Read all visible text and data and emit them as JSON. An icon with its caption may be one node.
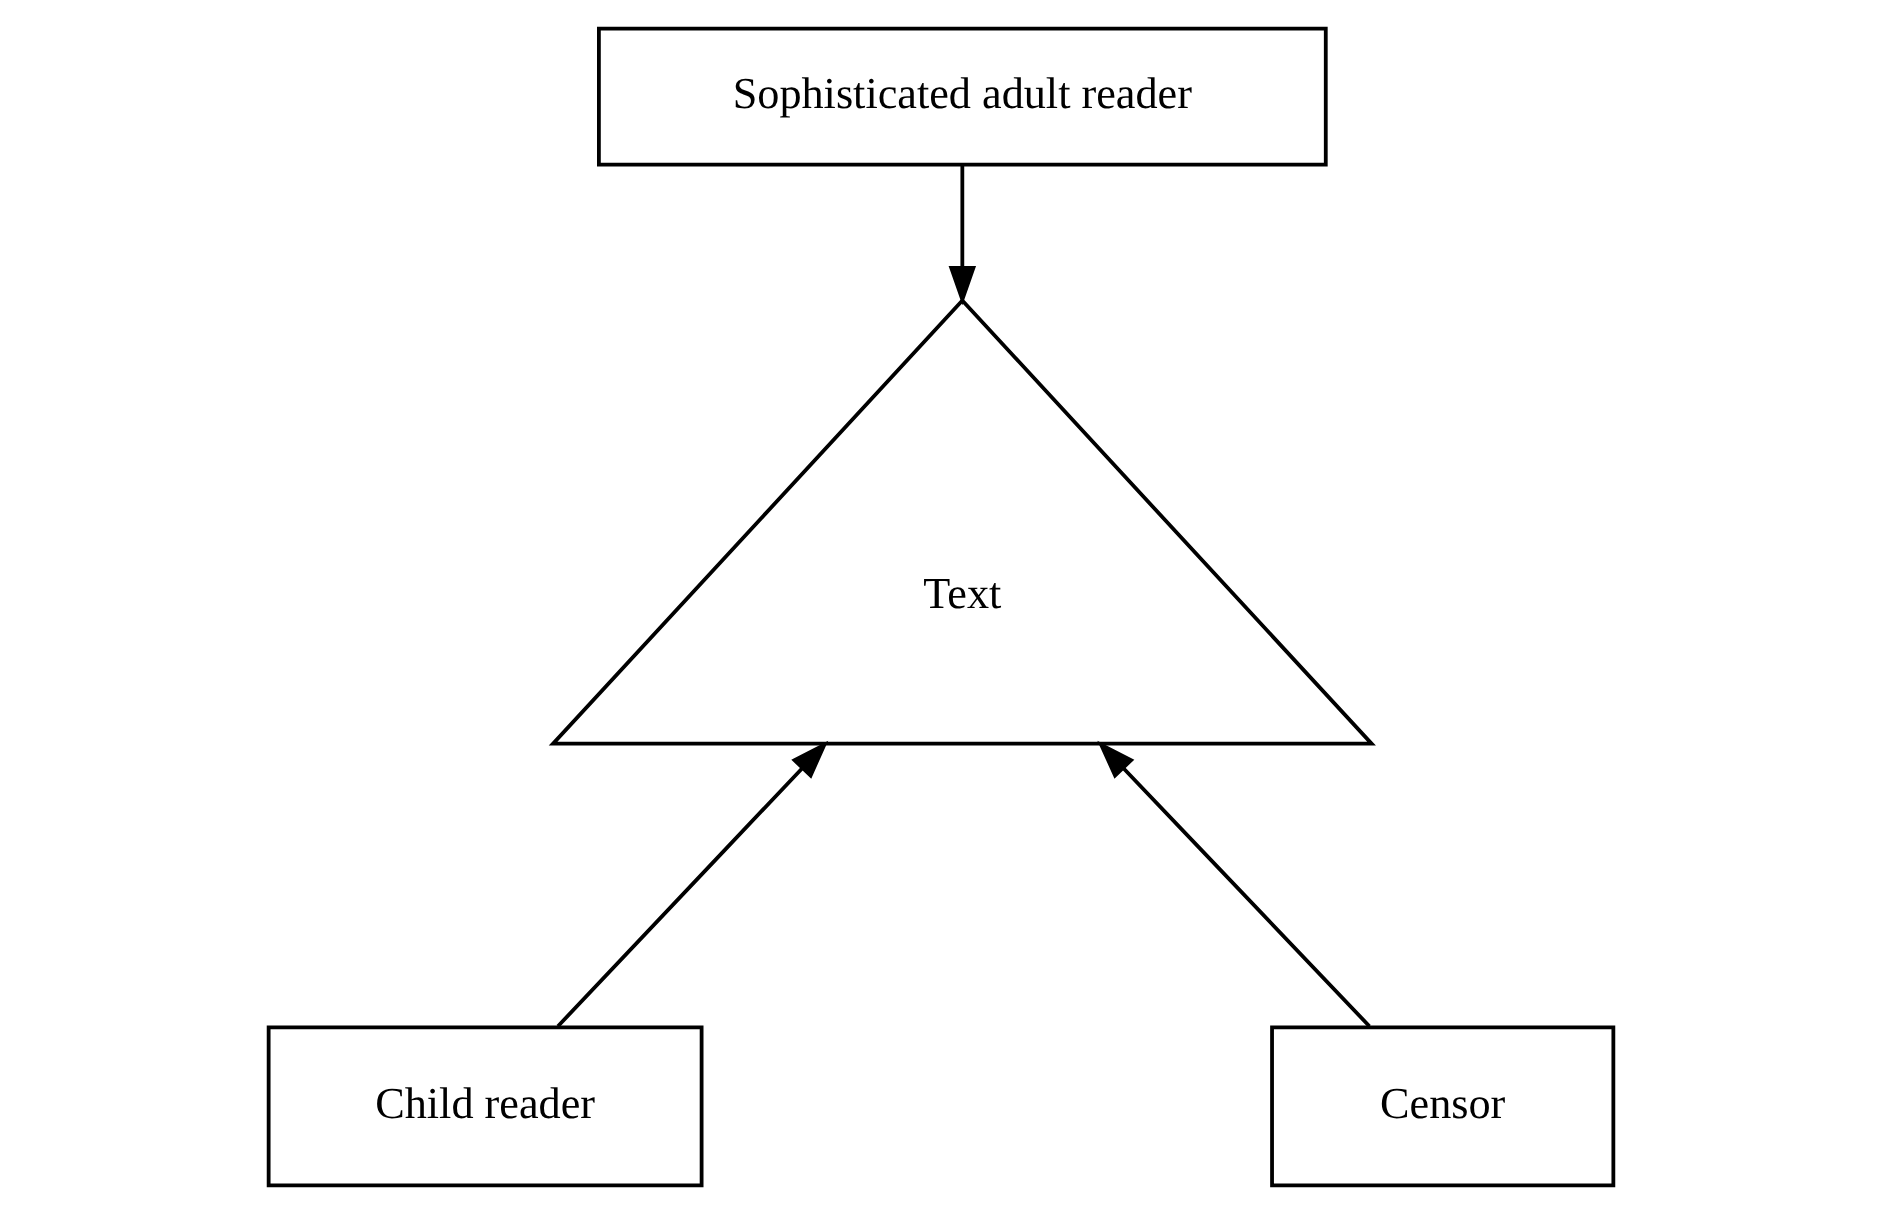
{
  "diagram": {
    "nodes": [
      {
        "text": [
          "Sophisticated adult reader"
        ]
      },
      {
        "text": [
          "Text"
        ]
      },
      {
        "text": [
          "Child reader"
        ]
      },
      {
        "text": [
          "Censor"
        ]
      }
    ],
    "edges": [
      {
        "from": 0,
        "to": 1,
        "arrow": "to"
      },
      {
        "from": 2,
        "to": 1,
        "arrow": "to"
      },
      {
        "from": 3,
        "to": 1,
        "arrow": "to"
      }
    ]
  }
}
